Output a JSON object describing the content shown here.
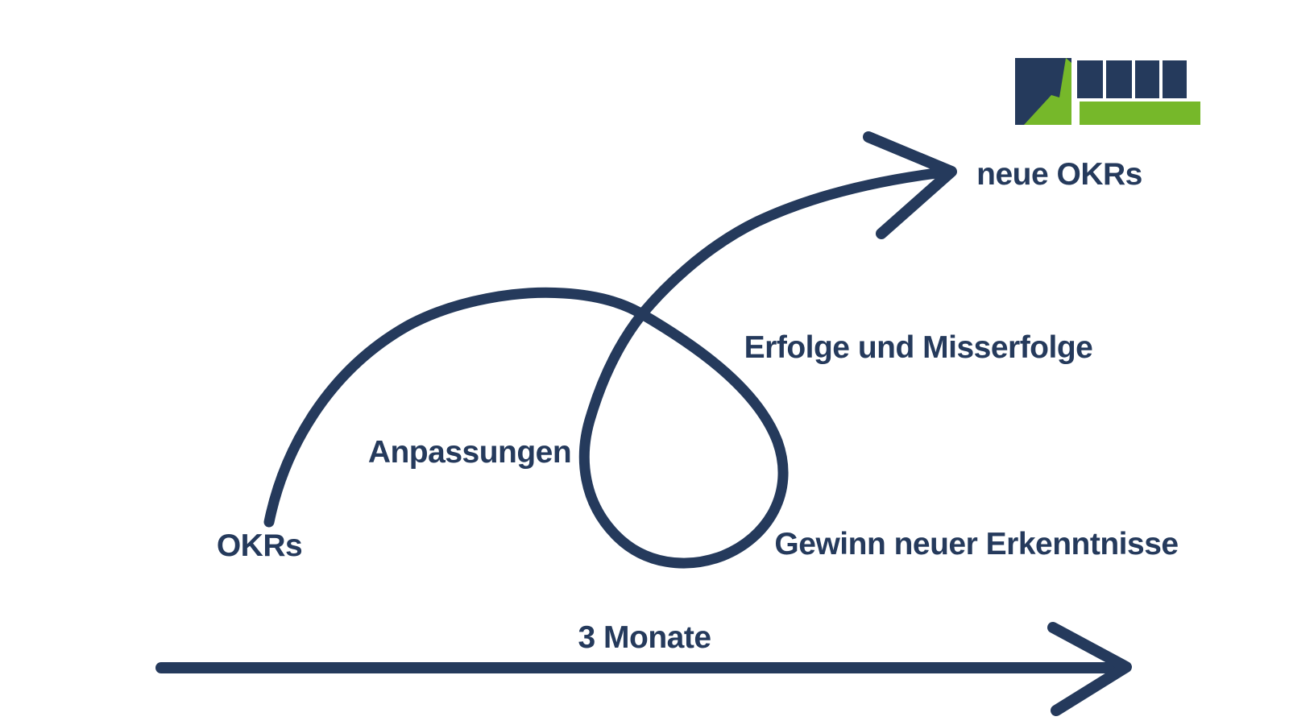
{
  "colors": {
    "navy": "#253a5c",
    "green": "#76b82a"
  },
  "diagram": {
    "title_implicit": "OKR Zyklus",
    "labels": {
      "start": "OKRs",
      "adjustments": "Anpassungen",
      "successes": "Erfolge und Misserfolge",
      "insights": "Gewinn neuer Erkenntnisse",
      "new_okrs": "neue OKRs",
      "timeline": "3 Monate"
    },
    "icons": {
      "cycle_arrow": "loop-swoosh-arrow-icon",
      "timeline_arrow": "right-arrow-icon",
      "logo": "company-logo"
    }
  }
}
